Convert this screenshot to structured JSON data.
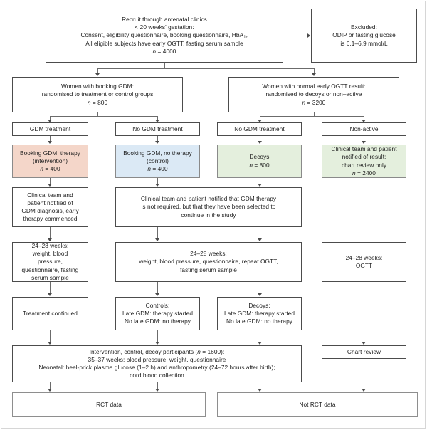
{
  "figure": {
    "type": "study-flow-diagram",
    "title": "Randomised controlled trial participant flow"
  },
  "colors": {
    "intervention_fill": "#f4d6c9",
    "control_fill": "#dbe9f5",
    "nonactive_fill": "#e4efdd",
    "box_border": "#4c4c4c",
    "line": "#6b6b6b",
    "text": "#1c1c1c",
    "background": "#ffffff"
  },
  "nodes": {
    "recruit": {
      "lines": [
        "Recruit through antenatal clinics",
        "< 20 weeks' gestation:",
        "Consent, eligibility questionnaire, booking questionnaire, HbA1c",
        "All eligible subjects have early OGTT, fasting serum sample",
        "n = 4000"
      ],
      "n_label": "n = 4000"
    },
    "excluded": {
      "lines": [
        "Excluded:",
        "ODIP or fasting glucose",
        "is 6.1–6.9 mmol/L"
      ]
    },
    "booking_gdm": {
      "lines": [
        "Women with booking GDM:",
        "randomised to treatment or control groups",
        "n = 800"
      ],
      "n_label": "n = 800"
    },
    "normal_ogtt": {
      "lines": [
        "Women with normal early OGTT result:",
        "randomised to decoys or non–active",
        "n = 3200"
      ],
      "n_label": "n = 3200"
    },
    "label_gdm_treatment": "GDM treatment",
    "label_no_gdm_treatment_1": "No GDM treatment",
    "label_no_gdm_treatment_2": "No GDM treatment",
    "label_non_active": "Non-active",
    "arm_intervention": {
      "lines": [
        "Booking GDM, therapy",
        "(intervention)",
        "n = 400"
      ],
      "n_label": "n = 400"
    },
    "arm_control": {
      "lines": [
        "Booking GDM, no therapy",
        "(control)",
        "n = 400"
      ],
      "n_label": "n = 400"
    },
    "arm_decoys": {
      "lines": [
        "Decoys",
        "n = 800"
      ],
      "n_label": "n = 800"
    },
    "arm_nonactive": {
      "lines": [
        "Clinical team and patient",
        "notified of result;",
        "chart review only",
        "n = 2400"
      ],
      "n_label": "n = 2400"
    },
    "notify_intervention": {
      "lines": [
        "Clinical team and",
        "patient notified of",
        "GDM diagnosis, early",
        "therapy commenced"
      ]
    },
    "notify_control_decoy": {
      "lines": [
        "Clinical team and patient notified that GDM therapy",
        "is not required, but that they have been selected to",
        "continue in the study"
      ]
    },
    "visit_intervention": {
      "lines": [
        "24–28 weeks:",
        "weight, blood",
        "pressure,",
        "questionnaire, fasting",
        "serum sample"
      ]
    },
    "visit_middle": {
      "lines": [
        "24–28 weeks:",
        "weight, blood pressure, questionnaire, repeat OGTT,",
        "fasting serum sample"
      ]
    },
    "visit_nonactive": {
      "lines": [
        "24–28 weeks:",
        "OGTT"
      ]
    },
    "treatment_continued": {
      "lines": [
        "Treatment continued"
      ]
    },
    "controls_late": {
      "lines": [
        "Controls:",
        "Late GDM: therapy started",
        "No late GDM: no therapy"
      ]
    },
    "decoys_late": {
      "lines": [
        "Decoys:",
        "Late GDM: therapy started",
        "No late GDM: no therapy"
      ]
    },
    "final_followup": {
      "lines": [
        "Intervention, control, decoy participants (n = 1600):",
        "35–37 weeks: blood pressure, weight, questionnaire",
        "Neonatal: heel-prick plasma glucose (1–2 h) and anthropometry (24–72 hours after birth);",
        "cord blood collection"
      ],
      "n_label": "n = 1600"
    },
    "chart_review": {
      "lines": [
        "Chart review"
      ]
    },
    "rct_data": {
      "lines": [
        "RCT data"
      ]
    },
    "not_rct_data": {
      "lines": [
        "Not RCT data"
      ]
    }
  }
}
